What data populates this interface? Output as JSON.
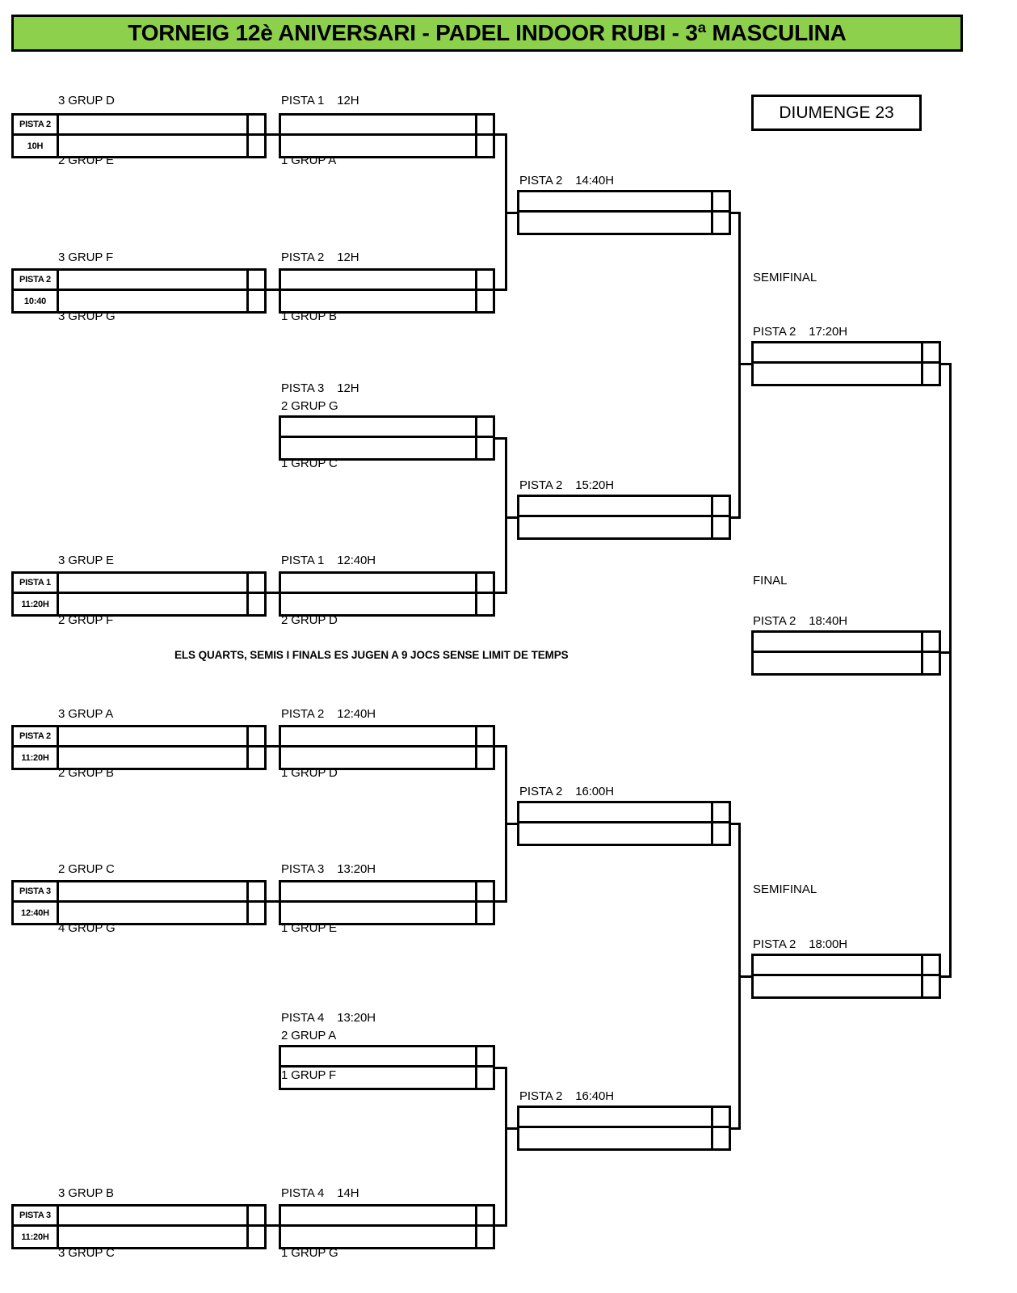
{
  "title": "TORNEIG 12è ANIVERSARI - PADEL INDOOR RUBI - 3ª MASCULINA",
  "day_label": "DIUMENGE 23",
  "note": "ELS QUARTS, SEMIS I FINALS ES JUGEN A 9 JOCS SENSE LIMIT DE TEMPS",
  "round_labels": {
    "semifinal_top": "SEMIFINAL",
    "final": "FINAL",
    "semifinal_bottom": "SEMIFINAL"
  },
  "bracket": {
    "round1": [
      {
        "id": "r1-m1",
        "court": "PISTA 2",
        "time": "10H",
        "top": "3 GRUP D",
        "bottom": "2 GRUP E"
      },
      {
        "id": "r1-m2",
        "court": "PISTA 2",
        "time": "10:40",
        "top": "3 GRUP F",
        "bottom": "3 GRUP G"
      },
      {
        "id": "r1-m3",
        "court": "PISTA 1",
        "time": "11:20H",
        "top": "3 GRUP E",
        "bottom": "2 GRUP F"
      },
      {
        "id": "r1-m4",
        "court": "PISTA 2",
        "time": "11:20H",
        "top": "3 GRUP A",
        "bottom": "2 GRUP B"
      },
      {
        "id": "r1-m5",
        "court": "PISTA 3",
        "time": "12:40H",
        "top": "2 GRUP C",
        "bottom": "4 GRUP G"
      },
      {
        "id": "r1-m6",
        "court": "PISTA 3",
        "time": "11:20H",
        "top": "3 GRUP B",
        "bottom": "3 GRUP C"
      }
    ],
    "round2": [
      {
        "id": "r2-m1",
        "court": "PISTA 1",
        "time": "12H",
        "header_above": true,
        "top": "",
        "bottom": "1 GRUP A"
      },
      {
        "id": "r2-m2",
        "court": "PISTA 2",
        "time": "12H",
        "header_above": true,
        "top": "",
        "bottom": "1 GRUP B"
      },
      {
        "id": "r2-m3",
        "court": "PISTA 3",
        "time": "12H",
        "header_above": false,
        "top": "2 GRUP G",
        "bottom": "1 GRUP C"
      },
      {
        "id": "r2-m4",
        "court": "PISTA 1",
        "time": "12:40H",
        "header_above": true,
        "top": "",
        "bottom": "2 GRUP D"
      },
      {
        "id": "r2-m5",
        "court": "PISTA 2",
        "time": "12:40H",
        "header_above": true,
        "top": "",
        "bottom": "1 GRUP D"
      },
      {
        "id": "r2-m6",
        "court": "PISTA 3",
        "time": "13:20H",
        "header_above": true,
        "top": "",
        "bottom": "1 GRUP E"
      },
      {
        "id": "r2-m7",
        "court": "PISTA 4",
        "time": "13:20H",
        "header_above": false,
        "top": "2 GRUP A",
        "bottom": "1 GRUP F"
      },
      {
        "id": "r2-m8",
        "court": "PISTA 4",
        "time": "14H",
        "header_above": true,
        "top": "",
        "bottom": "1 GRUP G"
      }
    ],
    "quarterfinals": [
      {
        "id": "qf-1",
        "court": "PISTA 2",
        "time": "14:40H"
      },
      {
        "id": "qf-2",
        "court": "PISTA 2",
        "time": "15:20H"
      },
      {
        "id": "qf-3",
        "court": "PISTA 2",
        "time": "16:00H"
      },
      {
        "id": "qf-4",
        "court": "PISTA 2",
        "time": "16:40H"
      }
    ],
    "semifinals": [
      {
        "id": "sf-1",
        "court": "PISTA 2",
        "time": "17:20H"
      },
      {
        "id": "sf-2",
        "court": "PISTA 2",
        "time": "18:00H"
      }
    ],
    "final": {
      "id": "f-1",
      "court": "PISTA 2",
      "time": "18:40H"
    }
  }
}
